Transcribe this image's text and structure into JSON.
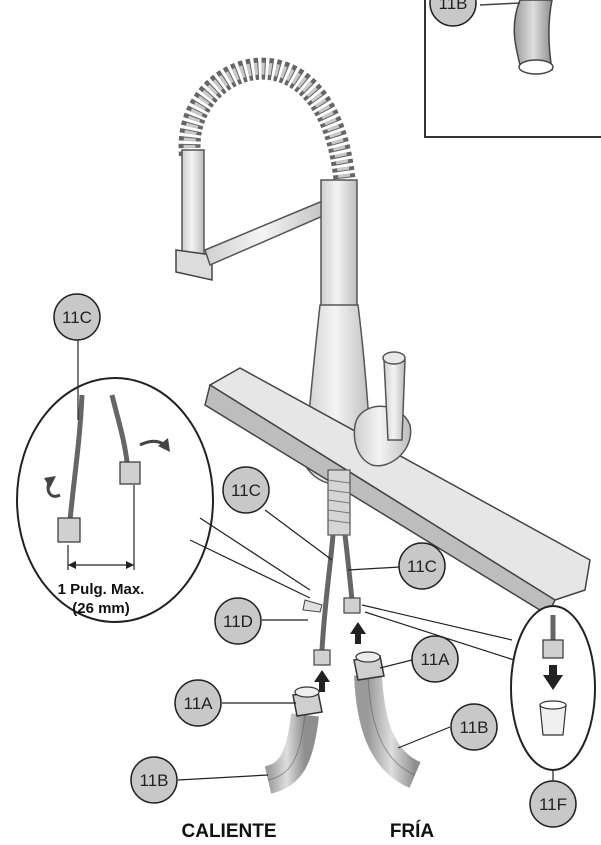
{
  "callouts": {
    "inset_top": "11B",
    "detail_hose": "11C",
    "hose_left": "11C",
    "hose_right": "11C",
    "nut_left": "11D",
    "supply_right": "11A",
    "supply_left": "11A",
    "line_right": "11B",
    "line_left": "11B",
    "adapter": "11F"
  },
  "detail": {
    "measure_line1": "1 Pulg. Max.",
    "measure_line2": "(26 mm)"
  },
  "labels": {
    "hot": "CALIENTE",
    "cold": "FRÍA"
  }
}
